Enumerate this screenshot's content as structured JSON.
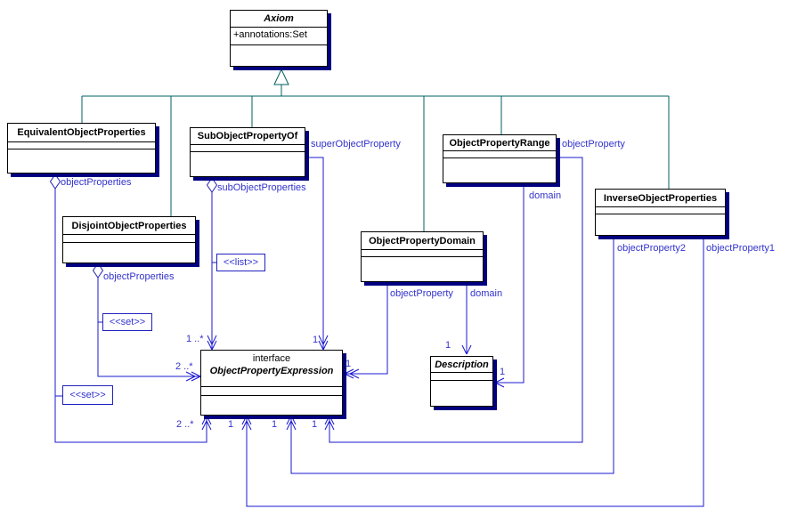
{
  "diagram": {
    "type": "uml-class-diagram",
    "colors": {
      "class_border": "#000000",
      "class_shadow": "#000080",
      "generalization_line": "#006060",
      "association_line": "#1818d0",
      "label_text": "#3333cc"
    },
    "classes": {
      "axiom": {
        "name": "Axiom",
        "attribute": "+annotations:Set"
      },
      "equivalentObjectProperties": {
        "name": "EquivalentObjectProperties"
      },
      "subObjectPropertyOf": {
        "name": "SubObjectPropertyOf"
      },
      "objectPropertyRange": {
        "name": "ObjectPropertyRange"
      },
      "inverseObjectProperties": {
        "name": "InverseObjectProperties"
      },
      "disjointObjectProperties": {
        "name": "DisjointObjectProperties"
      },
      "objectPropertyDomain": {
        "name": "ObjectPropertyDomain"
      },
      "objectPropertyExpression": {
        "keyword": "interface",
        "name": "ObjectPropertyExpression"
      },
      "description": {
        "name": "Description"
      }
    },
    "stereotypes": {
      "equivalent_set": "<<set>>",
      "disjoint_set": "<<set>>",
      "sub_list": "<<list>>"
    },
    "labels": {
      "equivalent_objectProperties": "objectProperties",
      "disjoint_objectProperties": "objectProperties",
      "sub_subObjectProperties": "subObjectProperties",
      "sub_superObjectProperty": "superObjectProperty",
      "range_objectProperty": "objectProperty",
      "range_domain": "domain",
      "domain_objectProperty": "objectProperty",
      "domain_domain": "domain",
      "inverse_objectProperty2": "objectProperty2",
      "inverse_objectProperty1": "objectProperty1"
    },
    "multiplicities": {
      "sub_list_target": "1 ..*",
      "sub_super_target": "1",
      "disjoint_target": "2 ..*",
      "equivalent_target": "2 ..*",
      "domain_objectProperty_target": "1",
      "range_objectProperty_target": "1",
      "inverse_op2_target": "1",
      "inverse_op1_target": "1",
      "domain_domain_target": "1",
      "range_domain_target": "1"
    }
  }
}
